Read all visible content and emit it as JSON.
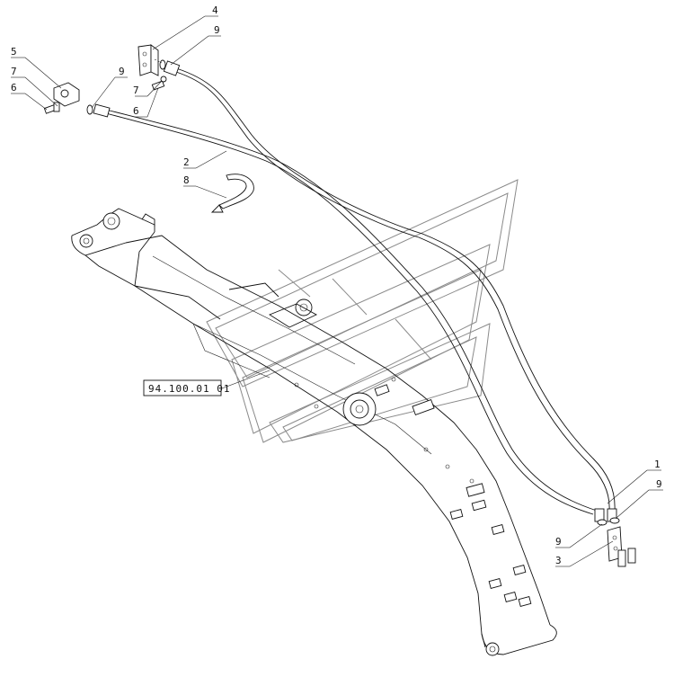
{
  "diagram": {
    "reference_box": "94.100.01 01",
    "callouts": [
      {
        "id": "c4-top",
        "label": "4"
      },
      {
        "id": "c9-top",
        "label": "9"
      },
      {
        "id": "c5-left",
        "label": "5"
      },
      {
        "id": "c7-left",
        "label": "7"
      },
      {
        "id": "c6-left",
        "label": "6"
      },
      {
        "id": "c9-mid",
        "label": "9"
      },
      {
        "id": "c7-mid",
        "label": "7"
      },
      {
        "id": "c6-mid",
        "label": "6"
      },
      {
        "id": "c2-hose",
        "label": "2"
      },
      {
        "id": "c8-clamp",
        "label": "8"
      },
      {
        "id": "c1-right",
        "label": "1"
      },
      {
        "id": "c9-right",
        "label": "9"
      },
      {
        "id": "c9-bottom",
        "label": "9"
      },
      {
        "id": "c3-bottom",
        "label": "3"
      }
    ]
  }
}
